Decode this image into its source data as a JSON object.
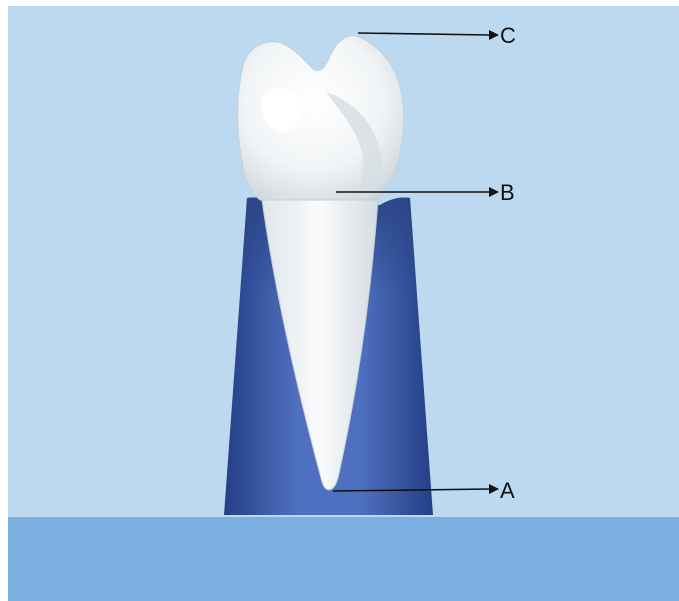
{
  "figure": {
    "colors": {
      "sky": "#bcd9f0",
      "ground": "#7aafe0",
      "bone_dark": "#2e4f96",
      "bone_mid": "#5d7ec7",
      "tooth": "#f4f6f7",
      "tooth_shadow": "#c9d3da",
      "arrow": "#111111"
    },
    "labels": {
      "a": "A",
      "b": "B",
      "c": "C"
    }
  }
}
